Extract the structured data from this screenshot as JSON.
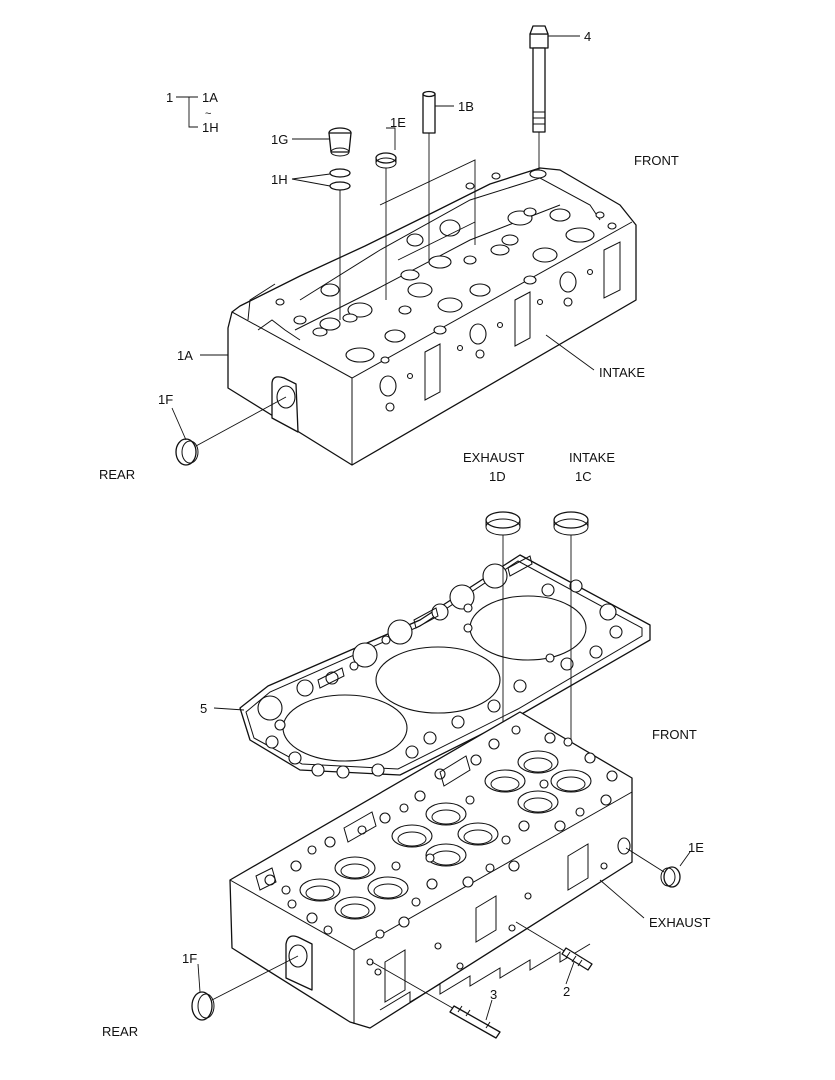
{
  "labels": {
    "assembly_ref": "1",
    "range_start": "1A",
    "range_tilde": "~",
    "range_end": "1H",
    "bolt": "4",
    "sleeve_1b": "1B",
    "plug_1e_top": "1E",
    "cap_1g": "1G",
    "rings_1h": "1H",
    "head_1a": "1A",
    "plug_1f_top": "1F",
    "front_top": "FRONT",
    "intake_top": "INTAKE",
    "rear_top": "REAR",
    "exhaust_header": "EXHAUST",
    "seat_1d": "1D",
    "intake_header": "INTAKE",
    "seat_1c": "1C",
    "gasket_5": "5",
    "front_bottom": "FRONT",
    "plug_1e_bottom": "1E",
    "exhaust_bottom": "EXHAUST",
    "plug_1f_bottom": "1F",
    "stud_2": "2",
    "stud_3": "3",
    "rear_bottom": "REAR"
  }
}
